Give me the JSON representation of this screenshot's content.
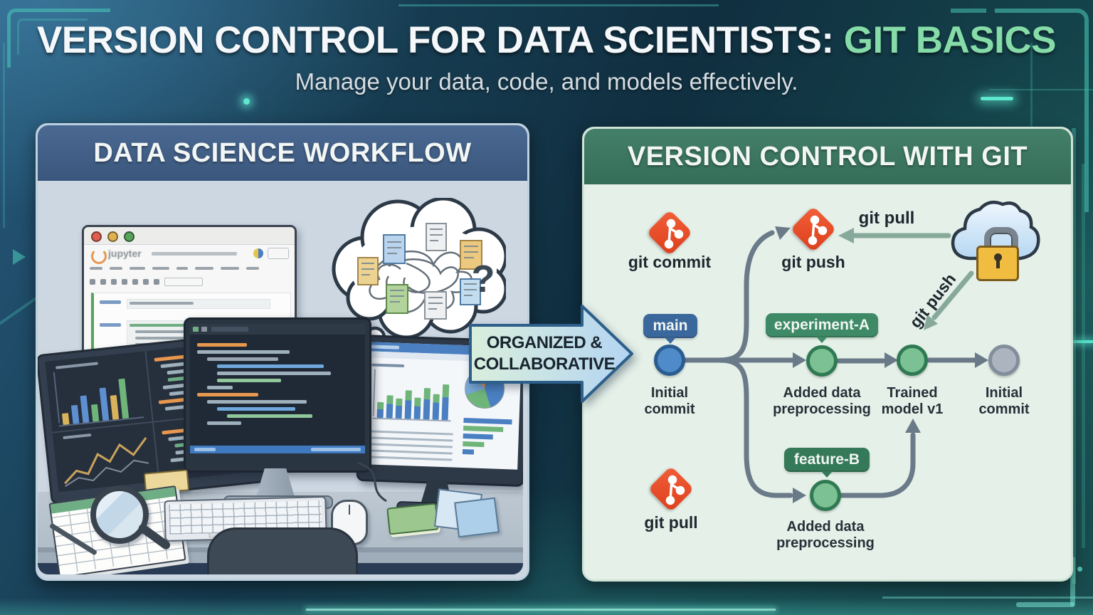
{
  "header": {
    "title_main": "VERSION CONTROL FOR DATA SCIENTISTS: ",
    "title_accent": "GIT BASICS",
    "subtitle": "Manage your data, code, and models effectively."
  },
  "left_panel": {
    "title": "DATA SCIENCE WORKFLOW",
    "notebook_logo": "jupyter",
    "thought_bubble_question": "?"
  },
  "transition_arrow": {
    "line1": "ORGANIZED &",
    "line2": "COLLABORATIVE"
  },
  "right_panel": {
    "title": "VERSION CONTROL WITH GIT",
    "labels": {
      "commit": "git commit",
      "push": "git push",
      "pull_remote": "git pull",
      "pull_local": "git pull",
      "push_to_remote": "git push"
    },
    "branches": {
      "main": "main",
      "experiment": "experiment-A",
      "feature": "feature-B"
    },
    "commits": {
      "initial_main": {
        "line1": "Initial",
        "line2": "commit"
      },
      "added_preprocessing_a": {
        "line1": "Added data",
        "line2": "preprocessing"
      },
      "trained_model": {
        "line1": "Trained",
        "line2": "model v1"
      },
      "initial_remote": {
        "line1": "Initial",
        "line2": "commit"
      },
      "added_preprocessing_b": {
        "line1": "Added data",
        "line2": "preprocessing"
      }
    }
  },
  "colors": {
    "accent_green": "#86DCA8",
    "git_orange": "#E94F28",
    "badge_main_blue": "#3B689C",
    "badge_branch_green": "#3E8A66",
    "node_blue": "#4E8BC8",
    "node_green": "#7CC193",
    "node_gray": "#ABB4BF",
    "edge_slate": "#6B7A89",
    "remote_arrow": "#87A99C",
    "left_header": "#3F5F85",
    "right_header": "#3E7B64"
  }
}
